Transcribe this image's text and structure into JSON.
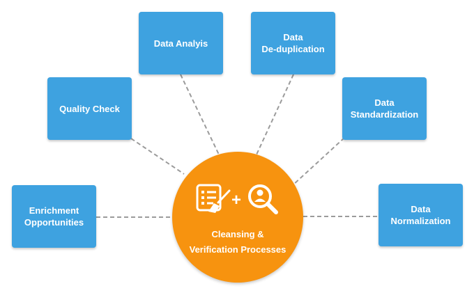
{
  "diagram": {
    "hub": {
      "line1": "Cleansing &",
      "line2": "Verification Processes",
      "icons": [
        "checklist-brush-icon",
        "plus-icon",
        "magnifier-person-icon"
      ],
      "plus": "+"
    },
    "nodes": {
      "data_analysis": {
        "lines": [
          "Data Analyis"
        ]
      },
      "data_deduplication": {
        "lines": [
          "Data",
          "De-duplication"
        ]
      },
      "quality_check": {
        "lines": [
          "Quality Check"
        ]
      },
      "data_standardization": {
        "lines": [
          "Data",
          "Standardization"
        ]
      },
      "enrichment_opportunities": {
        "lines": [
          "Enrichment",
          "Opportunities"
        ]
      },
      "data_normalization": {
        "lines": [
          "Data",
          "Normalization"
        ]
      }
    },
    "colors": {
      "node_fill": "#3ea2e0",
      "hub_fill": "#f7930f",
      "connector": "#9b9b9b",
      "text": "#ffffff"
    }
  }
}
